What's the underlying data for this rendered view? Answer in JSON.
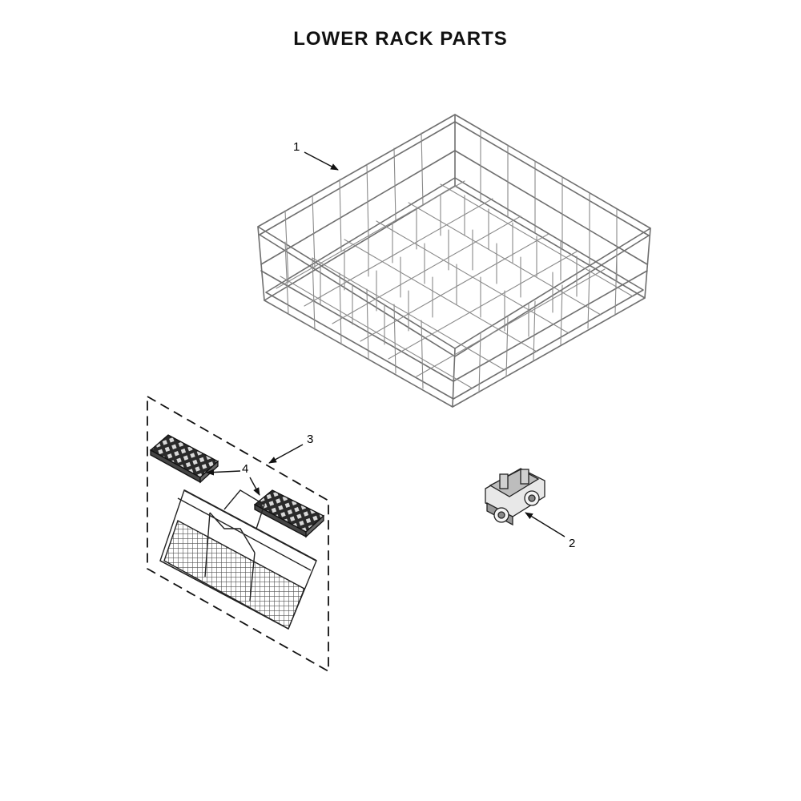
{
  "diagram": {
    "title": "LOWER RACK PARTS",
    "callouts": [
      {
        "id": "1",
        "label": "1",
        "part": "lower-rack"
      },
      {
        "id": "2",
        "label": "2",
        "part": "rack-wheel-assembly"
      },
      {
        "id": "3",
        "label": "3",
        "part": "silverware-basket-assembly"
      },
      {
        "id": "4",
        "label": "4",
        "part": "basket-lid"
      }
    ],
    "colors": {
      "ink": "#111111",
      "wire": "#6f6f6f",
      "background": "#ffffff"
    }
  }
}
